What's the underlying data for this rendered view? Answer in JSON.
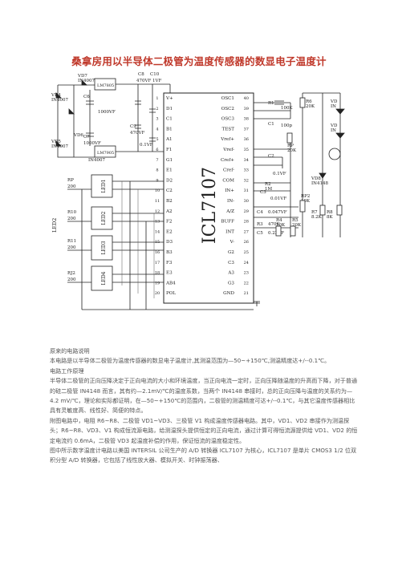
{
  "title": "桑拿房用以半导体二极管为温度传感器的数显电子温度计",
  "schematic": {
    "ic_name": "ICL7107",
    "left_pins": [
      {
        "label": "V+",
        "num": "1"
      },
      {
        "label": "D1",
        "num": "2"
      },
      {
        "label": "C1",
        "num": "3"
      },
      {
        "label": "B1",
        "num": "4"
      },
      {
        "label": "A1",
        "num": "5"
      },
      {
        "label": "F1",
        "num": "6"
      },
      {
        "label": "G1",
        "num": "7"
      },
      {
        "label": "E1",
        "num": "8"
      },
      {
        "label": "D2",
        "num": "9"
      },
      {
        "label": "C2",
        "num": "10"
      },
      {
        "label": "B2",
        "num": "11"
      },
      {
        "label": "A2",
        "num": "12"
      },
      {
        "label": "F2",
        "num": "13"
      },
      {
        "label": "E2",
        "num": "14"
      },
      {
        "label": "D3",
        "num": "15"
      },
      {
        "label": "B3",
        "num": "16"
      },
      {
        "label": "F3",
        "num": "17"
      },
      {
        "label": "E3",
        "num": "18"
      },
      {
        "label": "AB4",
        "num": "19"
      },
      {
        "label": "POL",
        "num": "20"
      }
    ],
    "right_pins": [
      {
        "label": "OSC1",
        "num": "40"
      },
      {
        "label": "OSC2",
        "num": "39"
      },
      {
        "label": "OSC3",
        "num": "38"
      },
      {
        "label": "TEST",
        "num": "37"
      },
      {
        "label": "Vref+",
        "num": "36"
      },
      {
        "label": "Vref-",
        "num": "35"
      },
      {
        "label": "Cref+",
        "num": "34"
      },
      {
        "label": "Cref-",
        "num": "33"
      },
      {
        "label": "COM",
        "num": "32"
      },
      {
        "label": "IN+",
        "num": "31"
      },
      {
        "label": "IN-",
        "num": "30"
      },
      {
        "label": "A/Z",
        "num": "29"
      },
      {
        "label": "BUFF",
        "num": "28"
      },
      {
        "label": "INT",
        "num": "27"
      },
      {
        "label": "V-",
        "num": "26"
      },
      {
        "label": "G2",
        "num": "25"
      },
      {
        "label": "C3",
        "num": "24"
      },
      {
        "label": "A3",
        "num": "23"
      },
      {
        "label": "G3",
        "num": "22"
      },
      {
        "label": "GND",
        "num": "21"
      }
    ],
    "labels": {
      "vd7": "VD7",
      "in4007_a": "IN4007",
      "lm7805": "LM7805",
      "c8": "C8",
      "c10": "C10",
      "c8v": "470VF",
      "c10v": "1VF",
      "vd4": "VD4",
      "in4007_b": "IN4007",
      "c6": "C6",
      "c6v": "1000VF",
      "c9": "C9",
      "c9v": "470VF",
      "vd5": "VD5",
      "in4007_c": "IN4007",
      "c7": "C7",
      "c7v": "1000VF",
      "lm7905": "LM7905",
      "in4007_d": "IN4007",
      "c5v": "0.1VF",
      "vd6": "VD6",
      "r1": "R1",
      "r1v": "100K",
      "c1": "C1",
      "c1v": "100p",
      "rp": "RP",
      "rpv": "20K",
      "c2": "C2",
      "c2v": "0.1VF",
      "r2": "R2",
      "r2v": "1M",
      "c3": "C3",
      "c3v": "0.01VF",
      "c4": "C4",
      "c4v": "0.047VF",
      "c5": "C5",
      "c5v2": "0.22VF",
      "r3": "R3",
      "r3v": "470K",
      "r4": "R4",
      "r4v": "20K",
      "r5": "R5",
      "r5v": "20K",
      "rp2": "RP2",
      "rp2v": "10K",
      "r6": "R6",
      "r6v": "20K",
      "r7": "R7",
      "r7v": "8.2K",
      "r8": "R8",
      "r8v": "8K",
      "vd8": "VD8",
      "in4148": "IN4148",
      "vd1": "VD",
      "vd1b": "IN",
      "vd2": "VD",
      "vd2b": "IN",
      "v1": "V",
      "led1": "LED1",
      "led2": "LED2",
      "led3": "LED3",
      "led4": "LED4",
      "led_side": "LED2",
      "rp1": "RP",
      "rp1v": "200",
      "r10": "R10",
      "r10v": "200",
      "r11": "R11",
      "r11v": "200",
      "rj2": "RJ2",
      "rj2v": "200"
    }
  },
  "paragraphs": [
    {
      "text": "原来的电路说明"
    },
    {
      "text": "本电路是以半导体二极管为温度传感器的数显电子温度计,其测温范围为—50~+150℃,测温精度达+/--0.1℃。"
    },
    {
      "text": "电路工作原理"
    },
    {
      "text": "半导体二极管的正向压降决定于正向电流的大小和环境温度，当正向电流一定时，正向压降随温度的升高而下降，对于普通的硅二极管 IN4148 而言，其有约—2.1mV/℃的温度系数，当两个 IN4148 串接时，总的正向压降与温度的关系约为—4.2 mV/℃，理论和实际都证明，在—50~+150℃的范围内，二极管的测温精度可达+/--0.1℃，与其它温度传感器相比具有灵敏度高、线性好、简便的特点。"
    },
    {
      "text": "附图电路中，电阻 R6~R8、二极管 VD1~VD3、三极管 V1 构成温度传感器电路。其中，VD1、VD2 串接作为测温探头；R6~R8、VD3、V1 构成恒流源电路，给测温探头提供恒定的正向电流，通过计算可得恒流源提供给 VD1、VD2 的恒定电流约 0.6mA，二极管 VD3 起温度补偿的作用，保证恒流的温度稳定性。"
    },
    {
      "text": "图中所示数字温度计电路以美国 INTERSIL 公司生产的 A/D 转换器 ICL7107 为核心，ICL7107 是单片 CMOS3 1/2 位双积分型 A/D 转换器，它包括了线性放大器、模拟开关、时钟振荡器、"
    }
  ]
}
